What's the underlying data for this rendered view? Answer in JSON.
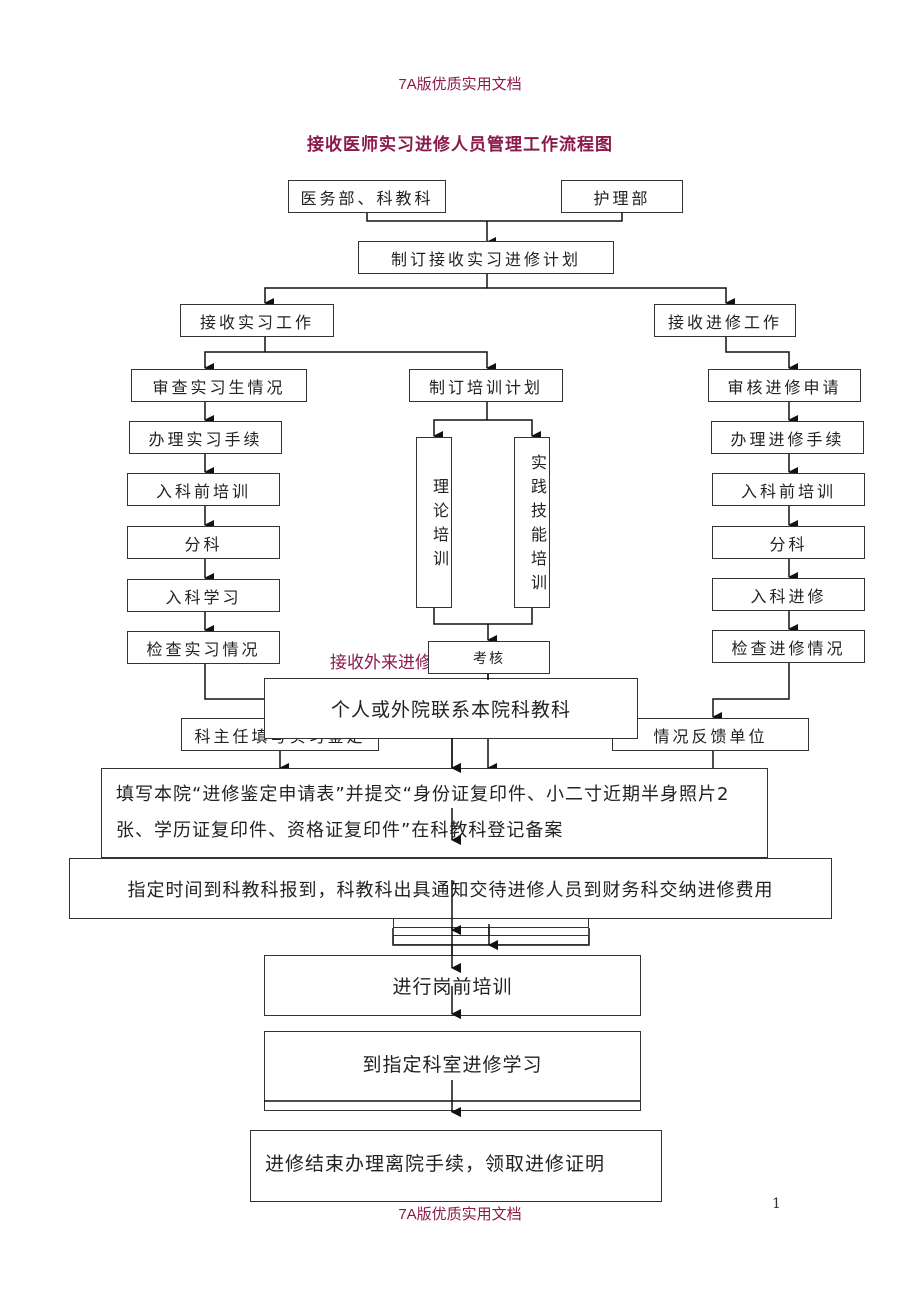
{
  "header": {
    "watermark": "7A版优质实用文档",
    "title": "接收医师实习进修人员管理工作流程图"
  },
  "flowchart_main": {
    "top_nodes": {
      "medical_affairs": "医务部、科教科",
      "nursing": "护理部"
    },
    "plan": "制订接收实习进修计划",
    "internship_branch": {
      "head": "接收实习工作",
      "steps": [
        "审查实习生情况",
        "办理实习手续",
        "入科前培训",
        "分科",
        "入科学习",
        "检查实习情况"
      ],
      "evaluation": "科主任填写实习鉴定"
    },
    "training_branch": {
      "head": "制订培训计划",
      "theory": "理论培训",
      "practice": "实践技能培训",
      "exam": "考核"
    },
    "refresher_branch": {
      "head": "接收进修工作",
      "steps": [
        "审核进修申请",
        "办理进修手续",
        "入科前培训",
        "分科",
        "入科进修",
        "检查进修情况"
      ],
      "feedback": "情况反馈单位"
    }
  },
  "flowchart_external": {
    "title": "接收外来进修人员工作流程",
    "steps": [
      "个人或外院联系本院科教科",
      "填写本院“进修鉴定申请表”并提交“身份证复印件、小二寸近期半身照片2张、学历证复印件、资格证复印件”在科教科登记备案",
      "指定时间到科教科报到，科教科出具通知交待进修人员到财务科交纳进修费用",
      "进行岗前培训",
      "到指定科室进修学习",
      "进修结束办理离院手续，领取进修证明"
    ]
  },
  "footer": {
    "watermark": "7A版优质实用文档",
    "page_number": "1"
  }
}
